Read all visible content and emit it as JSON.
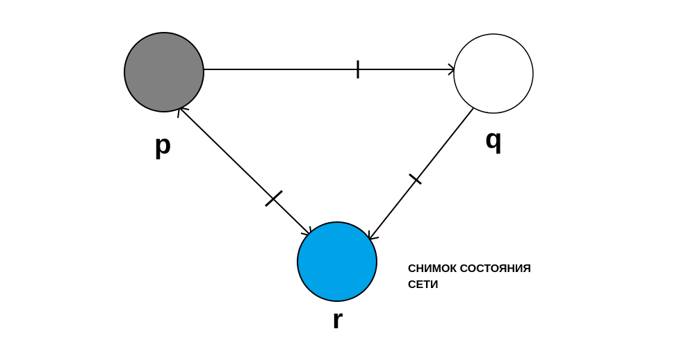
{
  "nodes": {
    "p": {
      "label": "p",
      "color": "#808080"
    },
    "q": {
      "label": "q",
      "color": "#ffffff"
    },
    "r": {
      "label": "r",
      "color": "#00a2e8"
    }
  },
  "edges": [
    {
      "from": "p",
      "to": "q"
    },
    {
      "from": "q",
      "to": "r"
    },
    {
      "from": "p",
      "to": "r"
    },
    {
      "from": "r",
      "to": "p"
    }
  ],
  "caption": {
    "line1": "СНИМОК СОСТОЯНИЯ",
    "line2": "СЕТИ"
  },
  "stroke_color": "#000000"
}
